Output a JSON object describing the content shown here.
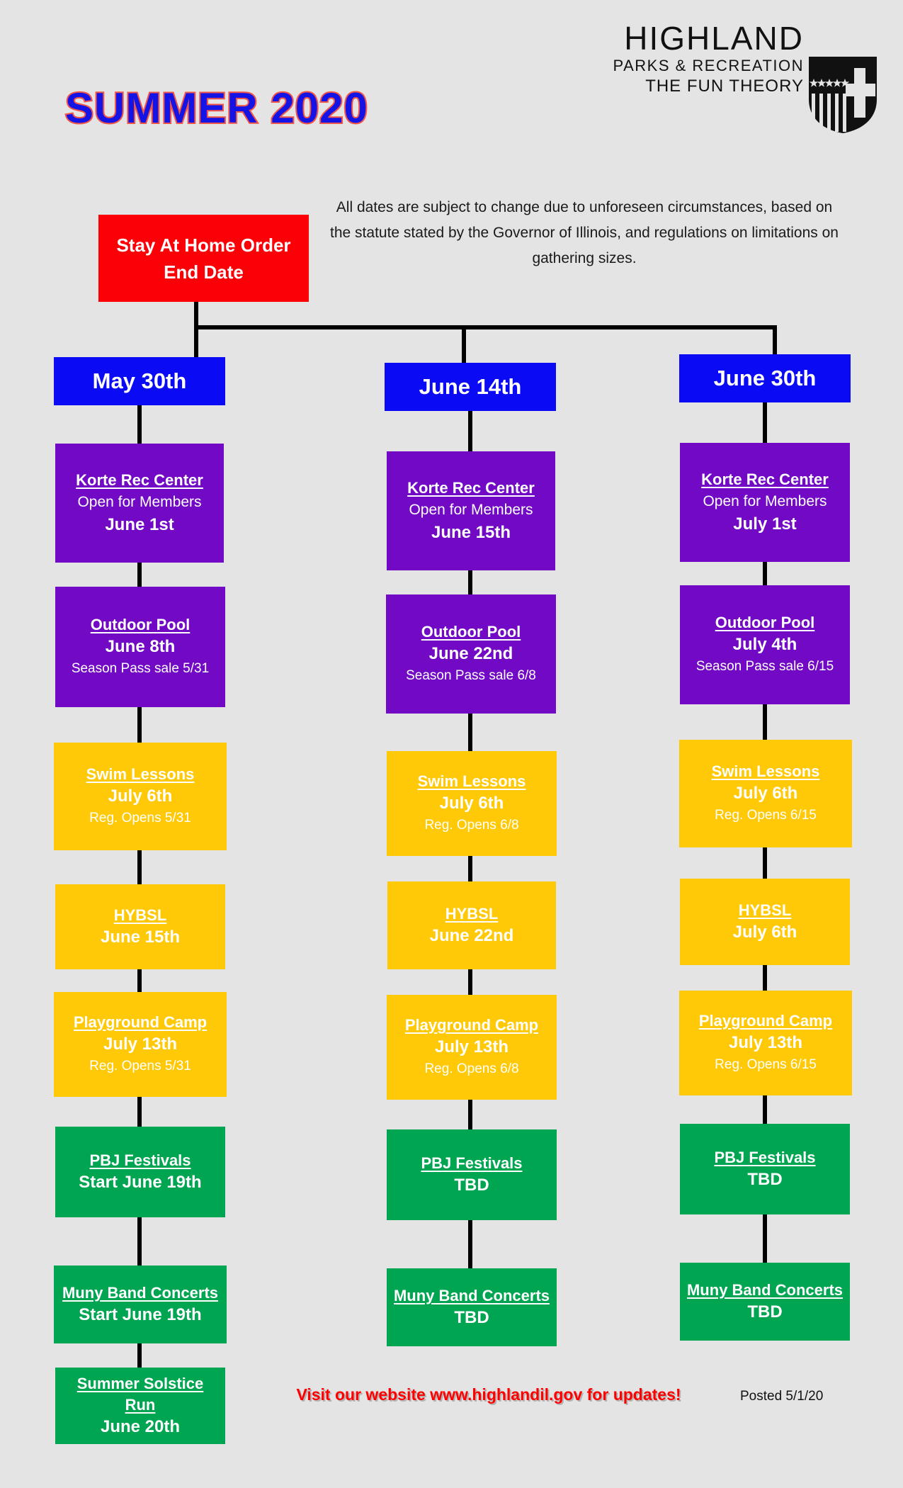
{
  "header": {
    "title": "SUMMER 2020",
    "logo": {
      "line1": "HIGHLAND",
      "line2": "PARKS & RECREATION",
      "line3": "THE FUN THEORY",
      "emblem": "shield-stars-stripes-cross-icon"
    }
  },
  "disclaimer": "All dates are subject to change due to unforeseen circumstances, based on the statute stated by the Governor of Illinois, and regulations on limitations on gathering sizes.",
  "root": {
    "label": "Stay At Home Order End Date",
    "line1": "Stay At Home Order",
    "line2": "End Date"
  },
  "colors": {
    "background": "#e4e4e4",
    "root": "#fb0007",
    "header": "#0a0af5",
    "facility": "#7209c4",
    "program": "#ffc907",
    "event": "#00a551",
    "title_fill": "#1414e6",
    "title_outline": "#f0564a",
    "website": "#ff0000"
  },
  "columns": [
    {
      "header": "May 30th",
      "items": [
        {
          "title": "Korte Rec Center",
          "line": "Open for Members",
          "sub": "June 1st",
          "sub_bold": true,
          "color": "facility"
        },
        {
          "title": "Outdoor Pool",
          "line": "June 8th",
          "line_bold": true,
          "sub": "Season Pass sale 5/31",
          "color": "facility"
        },
        {
          "title": "Swim Lessons",
          "line": "July 6th",
          "line_bold": true,
          "sub": "Reg. Opens 5/31",
          "color": "program"
        },
        {
          "title": "HYBSL",
          "line": "June 15th",
          "line_bold": true,
          "sub": "",
          "color": "program"
        },
        {
          "title": "Playground Camp",
          "line": "July 13th",
          "line_bold": true,
          "sub": "Reg. Opens 5/31",
          "color": "program"
        },
        {
          "title": "PBJ Festivals",
          "line": "Start June 19th",
          "line_bold": true,
          "sub": "",
          "color": "event"
        },
        {
          "title": "Muny Band Concerts",
          "line": "Start June 19th",
          "line_bold": true,
          "sub": "",
          "color": "event"
        },
        {
          "title": "Summer Solstice Run",
          "line": "June 20th",
          "line_bold": true,
          "sub": "",
          "color": "event"
        }
      ]
    },
    {
      "header": "June 14th",
      "items": [
        {
          "title": "Korte Rec Center",
          "line": "Open for Members",
          "sub": "June 15th",
          "sub_bold": true,
          "color": "facility"
        },
        {
          "title": "Outdoor Pool",
          "line": "June 22nd",
          "line_bold": true,
          "sub": "Season Pass sale 6/8",
          "color": "facility"
        },
        {
          "title": "Swim Lessons",
          "line": "July 6th",
          "line_bold": true,
          "sub": "Reg. Opens 6/8",
          "color": "program"
        },
        {
          "title": "HYBSL",
          "line": "June 22nd",
          "line_bold": true,
          "sub": "",
          "color": "program"
        },
        {
          "title": "Playground Camp",
          "line": "July 13th",
          "line_bold": true,
          "sub": "Reg. Opens 6/8",
          "color": "program"
        },
        {
          "title": "PBJ Festivals",
          "line": "TBD",
          "line_bold": true,
          "sub": "",
          "color": "event"
        },
        {
          "title": "Muny Band Concerts",
          "line": "TBD",
          "line_bold": true,
          "sub": "",
          "color": "event"
        }
      ]
    },
    {
      "header": "June 30th",
      "items": [
        {
          "title": "Korte Rec Center",
          "line": "Open for Members",
          "sub": "July 1st",
          "sub_bold": true,
          "color": "facility"
        },
        {
          "title": "Outdoor Pool",
          "line": "July 4th",
          "line_bold": true,
          "sub": "Season Pass sale 6/15",
          "color": "facility"
        },
        {
          "title": "Swim Lessons",
          "line": "July 6th",
          "line_bold": true,
          "sub": "Reg. Opens 6/15",
          "color": "program"
        },
        {
          "title": "HYBSL",
          "line": "July 6th",
          "line_bold": true,
          "sub": "",
          "color": "program"
        },
        {
          "title": "Playground Camp",
          "line": "July 13th",
          "line_bold": true,
          "sub": "Reg. Opens 6/15",
          "color": "program"
        },
        {
          "title": "PBJ Festivals",
          "line": "TBD",
          "line_bold": true,
          "sub": "",
          "color": "event"
        },
        {
          "title": "Muny Band Concerts",
          "line": "TBD",
          "line_bold": true,
          "sub": "",
          "color": "event"
        }
      ]
    }
  ],
  "footer": {
    "website": "Visit our website www.highlandil.gov for updates!",
    "posted": "Posted 5/1/20"
  }
}
